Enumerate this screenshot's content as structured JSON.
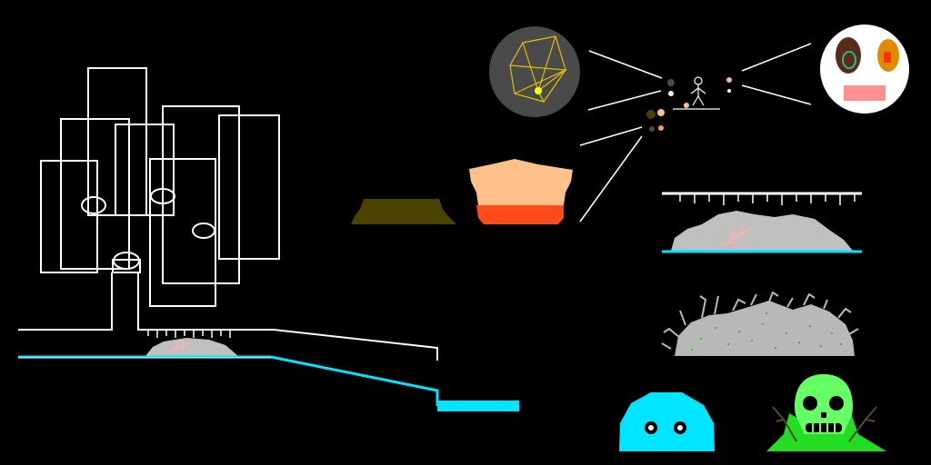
{
  "screen": {
    "background": "#000000"
  },
  "palette": {
    "line": "#ffffff",
    "water": "#00e5ff",
    "rubble": "#c0c0c0",
    "coral": "#ffb0b0",
    "olive": "#4a4300",
    "peach": "#ffc08c",
    "orange": "#ff4a1a",
    "nebula_bg": "#4a4a4a",
    "nebula_line": "#e0c000",
    "nebula_core": "#ffff00",
    "slime": "#00e5ff",
    "toxic_slime": "#22dd22",
    "skull": "#66ff66",
    "moss_dots": "#22cc22",
    "face_bg": "#ffffff",
    "eye_left": "#5a2a1a",
    "eye_right": "#e08a00",
    "mouth": "#ff9090"
  },
  "sprites": [
    {
      "name": "tree-structure",
      "kind": "wireframe"
    },
    {
      "name": "ground-ledge",
      "kind": "terrain"
    },
    {
      "name": "olive-mound",
      "kind": "terrain"
    },
    {
      "name": "peach-pot",
      "kind": "terrain"
    },
    {
      "name": "nebula-orb",
      "kind": "celestial"
    },
    {
      "name": "stick-figure-scene",
      "kind": "character"
    },
    {
      "name": "face-orb",
      "kind": "character"
    },
    {
      "name": "rubble-under-spikes",
      "kind": "terrain"
    },
    {
      "name": "thorny-rubble",
      "kind": "terrain"
    },
    {
      "name": "cyan-slime",
      "kind": "creature"
    },
    {
      "name": "skull-slime",
      "kind": "creature"
    }
  ]
}
